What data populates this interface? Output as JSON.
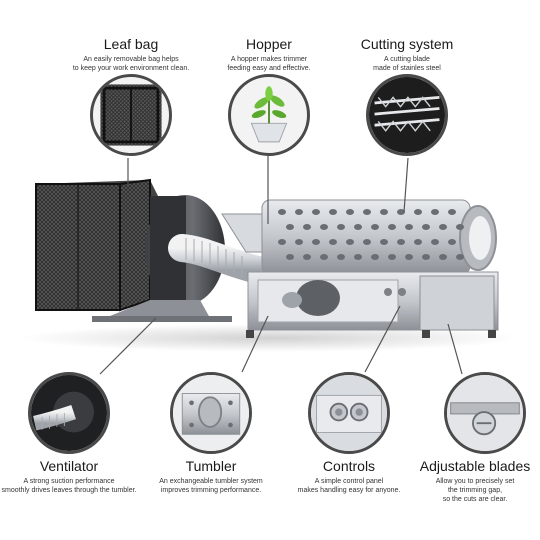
{
  "features": {
    "leaf_bag": {
      "title": "Leaf bag",
      "desc_1": "An easily removable bag helps",
      "desc_2": "to keep your work environment clean.",
      "icon": "leaf-bag-mesh"
    },
    "hopper": {
      "title": "Hopper",
      "desc_1": "A hopper makes trimmer",
      "desc_2": "feeding easy and effective.",
      "icon": "hopper-with-plant"
    },
    "cutting_system": {
      "title": "Cutting system",
      "desc_1": "A cutting blade",
      "desc_2": "made of stainles steel",
      "icon": "cutting-blade"
    },
    "ventilator": {
      "title": "Ventilator",
      "desc_1": "A strong suction performance",
      "desc_2": "smoothly drives leaves through the tumbler.",
      "icon": "ventilator-hose"
    },
    "tumbler": {
      "title": "Tumbler",
      "desc_1": "An exchangeable tumbler system",
      "desc_2": "improves trimming performance.",
      "icon": "tumbler-drum"
    },
    "controls": {
      "title": "Controls",
      "desc_1": "A simple control panel",
      "desc_2": "makes handling easy for anyone.",
      "icon": "control-knobs"
    },
    "adjustable_blades": {
      "title": "Adjustable blades",
      "desc_1": "Allow you to precisely set",
      "desc_2": "the trimming gap,",
      "desc_3": "so the cuts are clear.",
      "icon": "adjustable-blade-screw"
    }
  },
  "colors": {
    "steel": "#c9ccd0",
    "dark_steel": "#7d8187",
    "mesh": "#2b2b2b",
    "plant": "#6dbb3a",
    "line": "#555555"
  }
}
